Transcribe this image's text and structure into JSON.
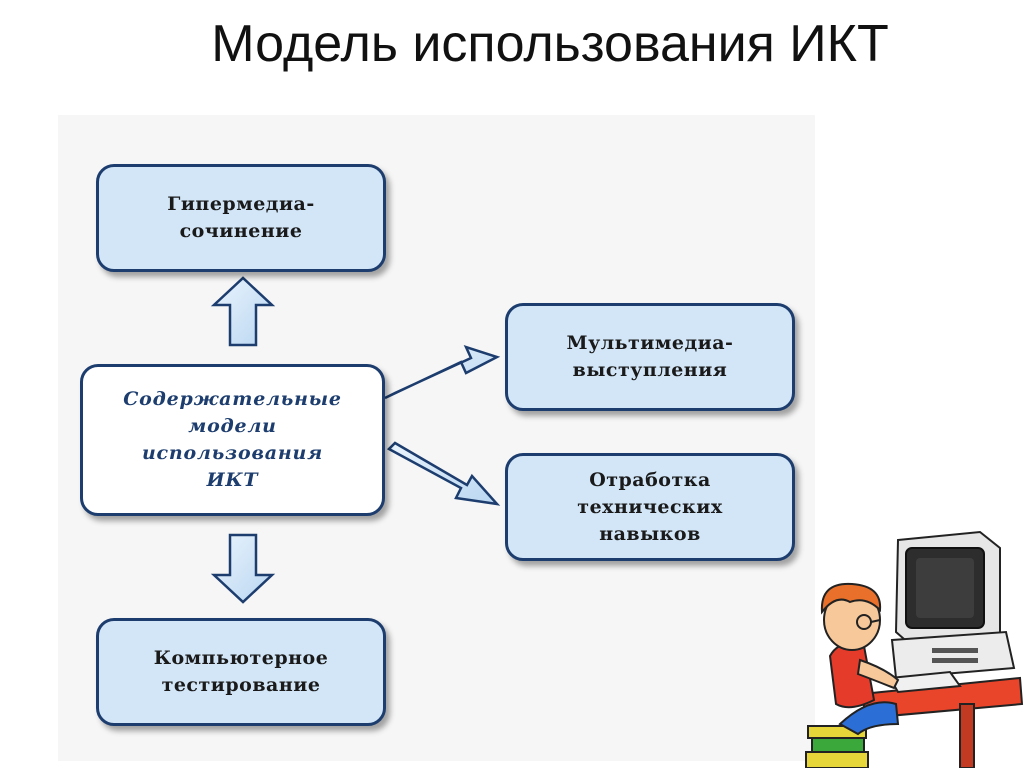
{
  "title": "Модель использования ИКТ",
  "nodes": {
    "center": "Содержательные\nмодели\nиспользования\nИКТ",
    "hypermedia": "Гипермедиа-\nсочинение",
    "multimedia": "Мультимедиа-\nвыступления",
    "skills": "Отработка\nтехнических\nнавыков",
    "testing": "Компьютерное\nтестирование"
  },
  "colors": {
    "box_fill": "#d2e6f8",
    "box_border": "#1c3d6e",
    "center_text": "#1c3d6e",
    "arrow_fill": "#d2e6f8"
  },
  "icons": [
    "boy-at-computer-illustration"
  ]
}
